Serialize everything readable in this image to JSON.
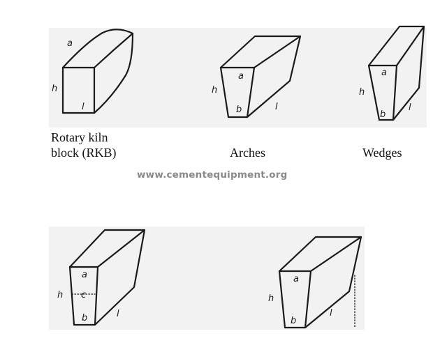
{
  "shapes": {
    "rkb": {
      "caption_line1": "Rotary kiln",
      "caption_line2": "block (RKB)",
      "labels": [
        "a",
        "h",
        "l"
      ]
    },
    "arches": {
      "caption": "Arches",
      "labels": [
        "a",
        "h",
        "b",
        "l"
      ]
    },
    "wedges": {
      "caption": "Wedges",
      "labels": [
        "a",
        "h",
        "b",
        "l"
      ]
    },
    "block4": {
      "labels": [
        "a",
        "c",
        "h",
        "b",
        "l"
      ]
    },
    "block5": {
      "labels": [
        "a",
        "h",
        "b",
        "l"
      ]
    }
  },
  "watermark": {
    "text": "www.cementequipment.org",
    "color": "#8a8a8a"
  }
}
